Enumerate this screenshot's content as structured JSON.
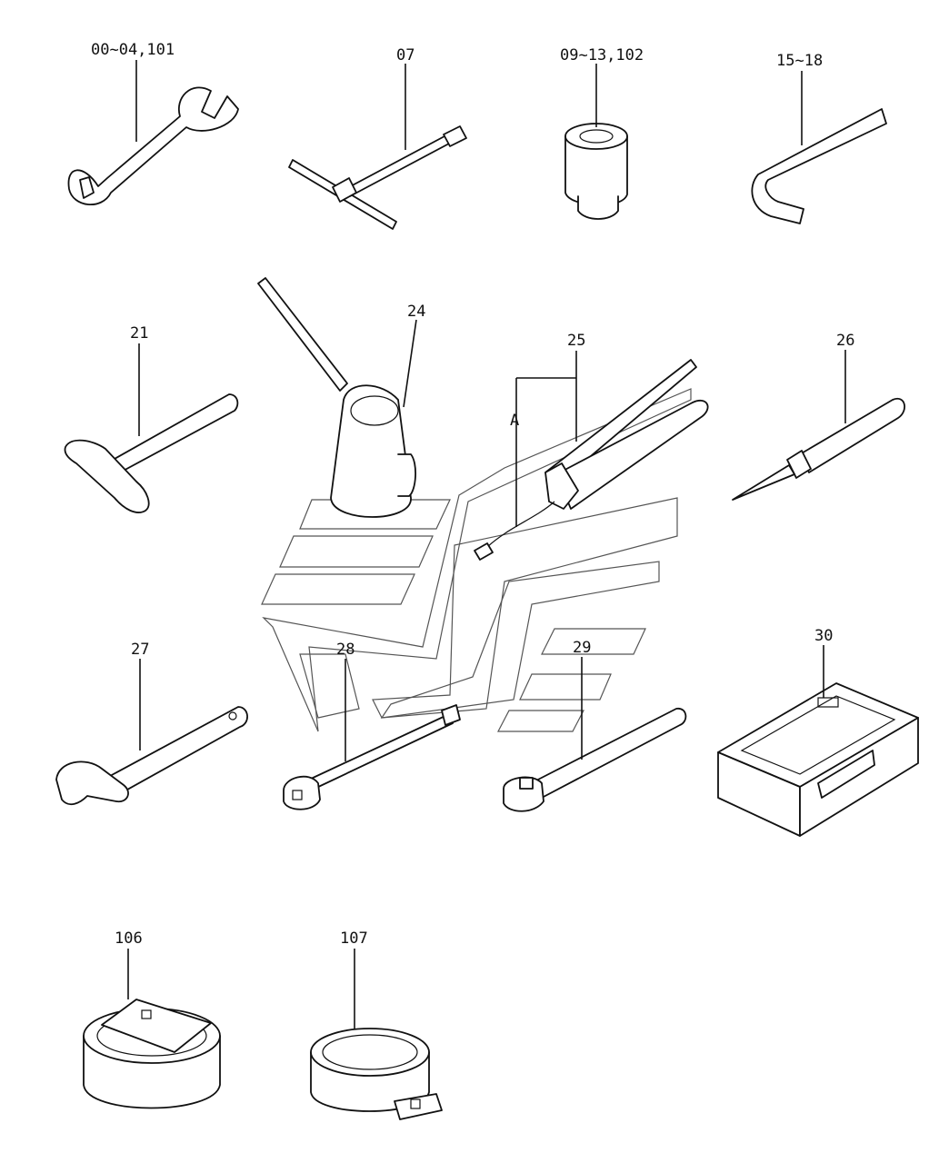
{
  "labels": {
    "wrench": "00~04,101",
    "t_handle": "07",
    "socket": "09~13,102",
    "hex_key": "15~18",
    "hammer": "21",
    "oil_can": "24",
    "grease_gun": "25",
    "grease_gun_a": "A",
    "screwdriver": "26",
    "adjustable_wrench": "27",
    "extension": "28",
    "ratchet": "29",
    "tool_box": "30",
    "filter_wrench_106": "106",
    "filter_wrench_107": "107"
  },
  "colors": {
    "line": "#111111",
    "background": "#ffffff",
    "watermark": "#555555"
  }
}
